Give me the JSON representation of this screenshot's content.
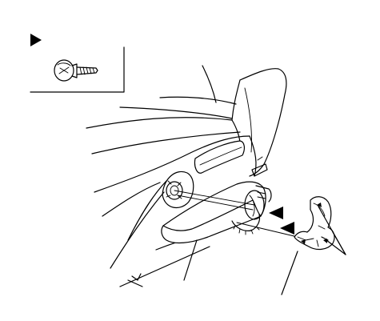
{
  "figure": {
    "kind": "exploded-assembly-illustration",
    "legend_symbol": "filled-triangle-pointer",
    "fastener": "screw",
    "components": [
      "seat-back",
      "seat-cushion",
      "recliner-lever",
      "side-trim-cover",
      "end-cap",
      "recliner-mechanism"
    ],
    "callout_count": 3,
    "colors": {
      "ink": "#000000",
      "paper": "#ffffff"
    }
  }
}
